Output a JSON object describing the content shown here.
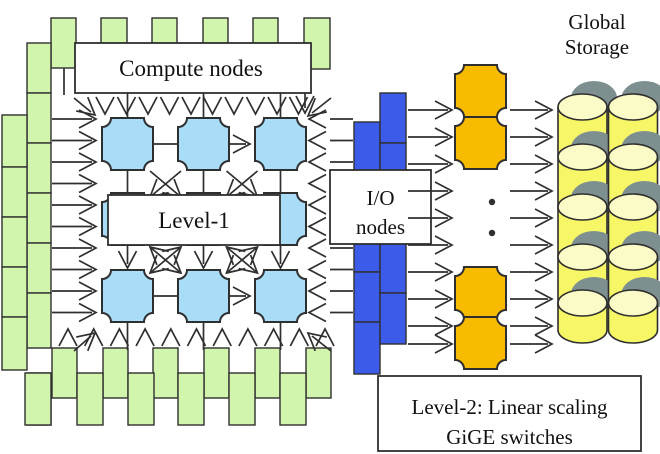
{
  "diagram": {
    "compute_label": "Compute nodes",
    "level1_label": "Level-1",
    "io_label_line1": "I/O",
    "io_label_line2": "nodes",
    "level2_label_line1": "Level-2: Linear scaling",
    "level2_label_line2": "GiGE switches",
    "storage_label_line1": "Global",
    "storage_label_line2": "Storage"
  },
  "colors": {
    "compute-green": "#d2f5ae",
    "switch-blue": "#a9dcf7",
    "io-blue": "#3c5be8",
    "level2-orange": "#f8bb00",
    "disk-yellow": "#f6f666",
    "disk-top-yellow": "#fbfbc8",
    "disk-shadow-gray": "#7e8f8f",
    "line": "#2f2f2f",
    "box-bg": "#ffffff",
    "text": "#111111"
  }
}
